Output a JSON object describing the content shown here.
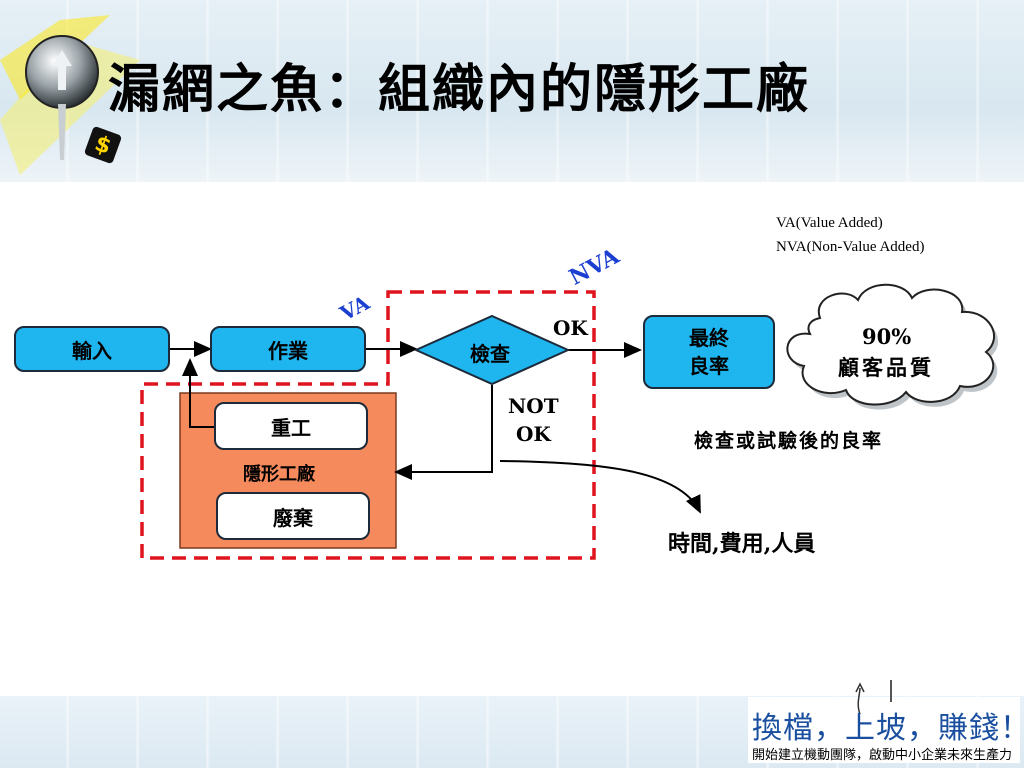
{
  "slide": {
    "title": "漏網之魚：組織內的隱形工廠"
  },
  "legend": {
    "va_def": "VA(Value Added)",
    "nva_def": "NVA(Non-Value Added)"
  },
  "diagram": {
    "input": "輸入",
    "operation": "作業",
    "inspection": "檢查",
    "final_yield_line1": "最終",
    "final_yield_line2": "良率",
    "cloud_line1": "90%",
    "cloud_line2": "顧客品質",
    "va_tag": "VA",
    "nva_tag": "NVA",
    "ok_label": "OK",
    "not_ok_line1": "NOT",
    "not_ok_line2": "OK",
    "rework": "重工",
    "hidden_factory": "隱形工廠",
    "scrap": "廢棄",
    "yield_caption": "檢查或試驗後的良率",
    "cost_caption": "時間,費用,人員"
  },
  "footer": {
    "slogan": "換檔，上坡，賺錢！",
    "subline": "開始建立機動團隊，啟動中小企業未來生產力"
  },
  "colors": {
    "box_fill": "#1fb6f0",
    "hidden_factory_fill": "#f58a5c",
    "dashed_border": "#e0141e",
    "tag_blue": "#1a3fd1",
    "footer_blue": "#1a4fa0"
  }
}
